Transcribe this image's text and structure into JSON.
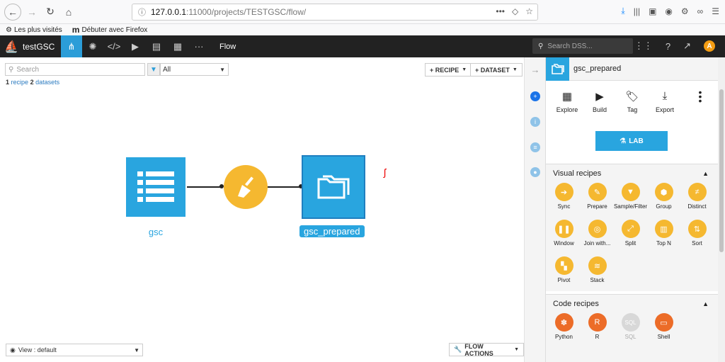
{
  "browser": {
    "url_host": "127.0.0.1",
    "url_path": ":11000/projects/TESTGSC/flow/",
    "bookmarks": [
      {
        "label": "Les plus visités"
      },
      {
        "label": "Débuter avec Firefox"
      }
    ]
  },
  "appnav": {
    "project": "testGSC",
    "current_view": "Flow",
    "search_placeholder": "Search DSS...",
    "avatar_letter": "A"
  },
  "flow": {
    "search_placeholder": "Search",
    "filter_value": "All",
    "counts": {
      "recipe_count": "1",
      "recipe_word": "recipe",
      "dataset_count": "2",
      "dataset_word": "datasets"
    },
    "add_recipe": "+ RECIPE",
    "add_dataset": "+ DATASET",
    "view_select": "View : default",
    "flow_actions": "FLOW ACTIONS",
    "nodes": {
      "source": "gsc",
      "target": "gsc_prepared"
    }
  },
  "panel": {
    "title": "gsc_prepared",
    "actions": [
      {
        "label": "Explore",
        "icon": "table-icon"
      },
      {
        "label": "Build",
        "icon": "play-icon"
      },
      {
        "label": "Tag",
        "icon": "tag-icon"
      },
      {
        "label": "Export",
        "icon": "export-icon"
      }
    ],
    "lab_label": "LAB",
    "visual_title": "Visual recipes",
    "visual_recipes": [
      {
        "label": "Sync",
        "icon": "arrow-right-icon"
      },
      {
        "label": "Prepare",
        "icon": "broom-icon"
      },
      {
        "label": "Sample/Filter",
        "icon": "funnel-icon"
      },
      {
        "label": "Group",
        "icon": "group-icon"
      },
      {
        "label": "Distinct",
        "icon": "not-equal-icon"
      },
      {
        "label": "Window",
        "icon": "window-icon"
      },
      {
        "label": "Join with...",
        "icon": "join-icon"
      },
      {
        "label": "Split",
        "icon": "split-icon"
      },
      {
        "label": "Top N",
        "icon": "topn-icon"
      },
      {
        "label": "Sort",
        "icon": "sort-icon"
      },
      {
        "label": "Pivot",
        "icon": "pivot-icon"
      },
      {
        "label": "Stack",
        "icon": "stack-icon"
      }
    ],
    "code_title": "Code recipes",
    "code_recipes": [
      {
        "label": "Python",
        "icon": "python-icon"
      },
      {
        "label": "R",
        "icon": "r-icon"
      },
      {
        "label": "SQL",
        "icon": "sql-icon"
      },
      {
        "label": "Shell",
        "icon": "shell-icon"
      }
    ]
  },
  "colors": {
    "accent": "#29a5df",
    "recipe_yellow": "#f5b830",
    "recipe_orange": "#ec6c28",
    "nav_dark": "#222222"
  }
}
